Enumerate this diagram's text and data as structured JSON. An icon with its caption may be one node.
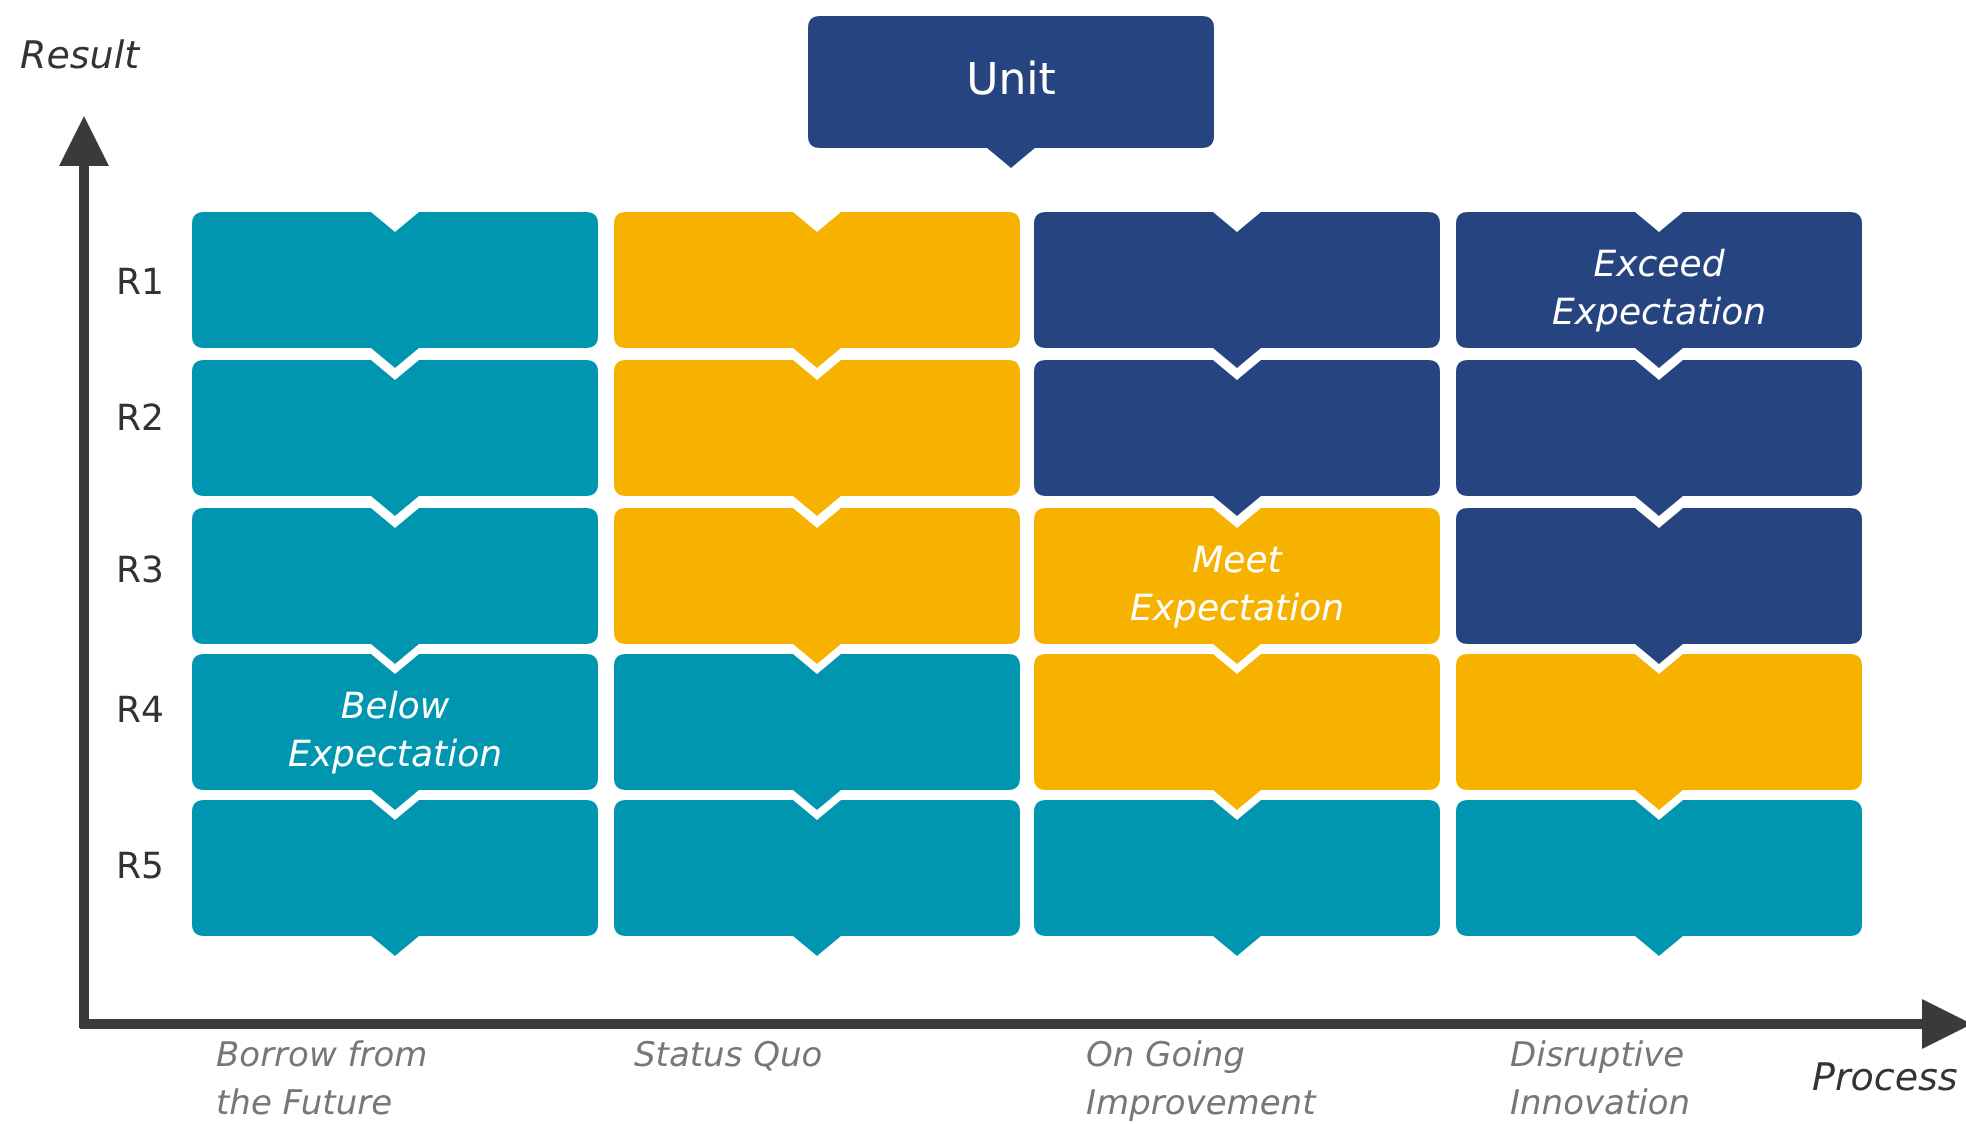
{
  "diagram": {
    "nodes": [
      {
        "text": [
          "Unit"
        ]
      },
      {
        "text": [],
        "shape": "box"
      },
      {
        "text": [],
        "shape": "box"
      },
      {
        "text": [],
        "shape": "box"
      },
      {
        "text": [
          "Exceed Expectation"
        ]
      },
      {
        "text": [],
        "shape": "box"
      },
      {
        "text": [],
        "shape": "box"
      },
      {
        "text": [],
        "shape": "box"
      },
      {
        "text": [],
        "shape": "box"
      },
      {
        "text": [],
        "shape": "box"
      },
      {
        "text": [],
        "shape": "box"
      },
      {
        "text": [
          "Meet Expectation"
        ]
      },
      {
        "text": [],
        "shape": "box"
      },
      {
        "text": [
          "Below Expectation"
        ]
      },
      {
        "text": [],
        "shape": "box"
      },
      {
        "text": [],
        "shape": "box"
      },
      {
        "text": [],
        "shape": "box"
      },
      {
        "text": [],
        "shape": "box"
      },
      {
        "text": [],
        "shape": "box"
      },
      {
        "text": [],
        "shape": "box"
      },
      {
        "text": [],
        "shape": "box"
      }
    ],
    "edges": [],
    "labels": [
      "Result",
      "R1",
      "R2",
      "R3",
      "R4",
      "R5",
      "Borrow from the Future",
      "Status Quo",
      "On Going Improvement",
      "Disruptive Innovation",
      "Process"
    ]
  }
}
